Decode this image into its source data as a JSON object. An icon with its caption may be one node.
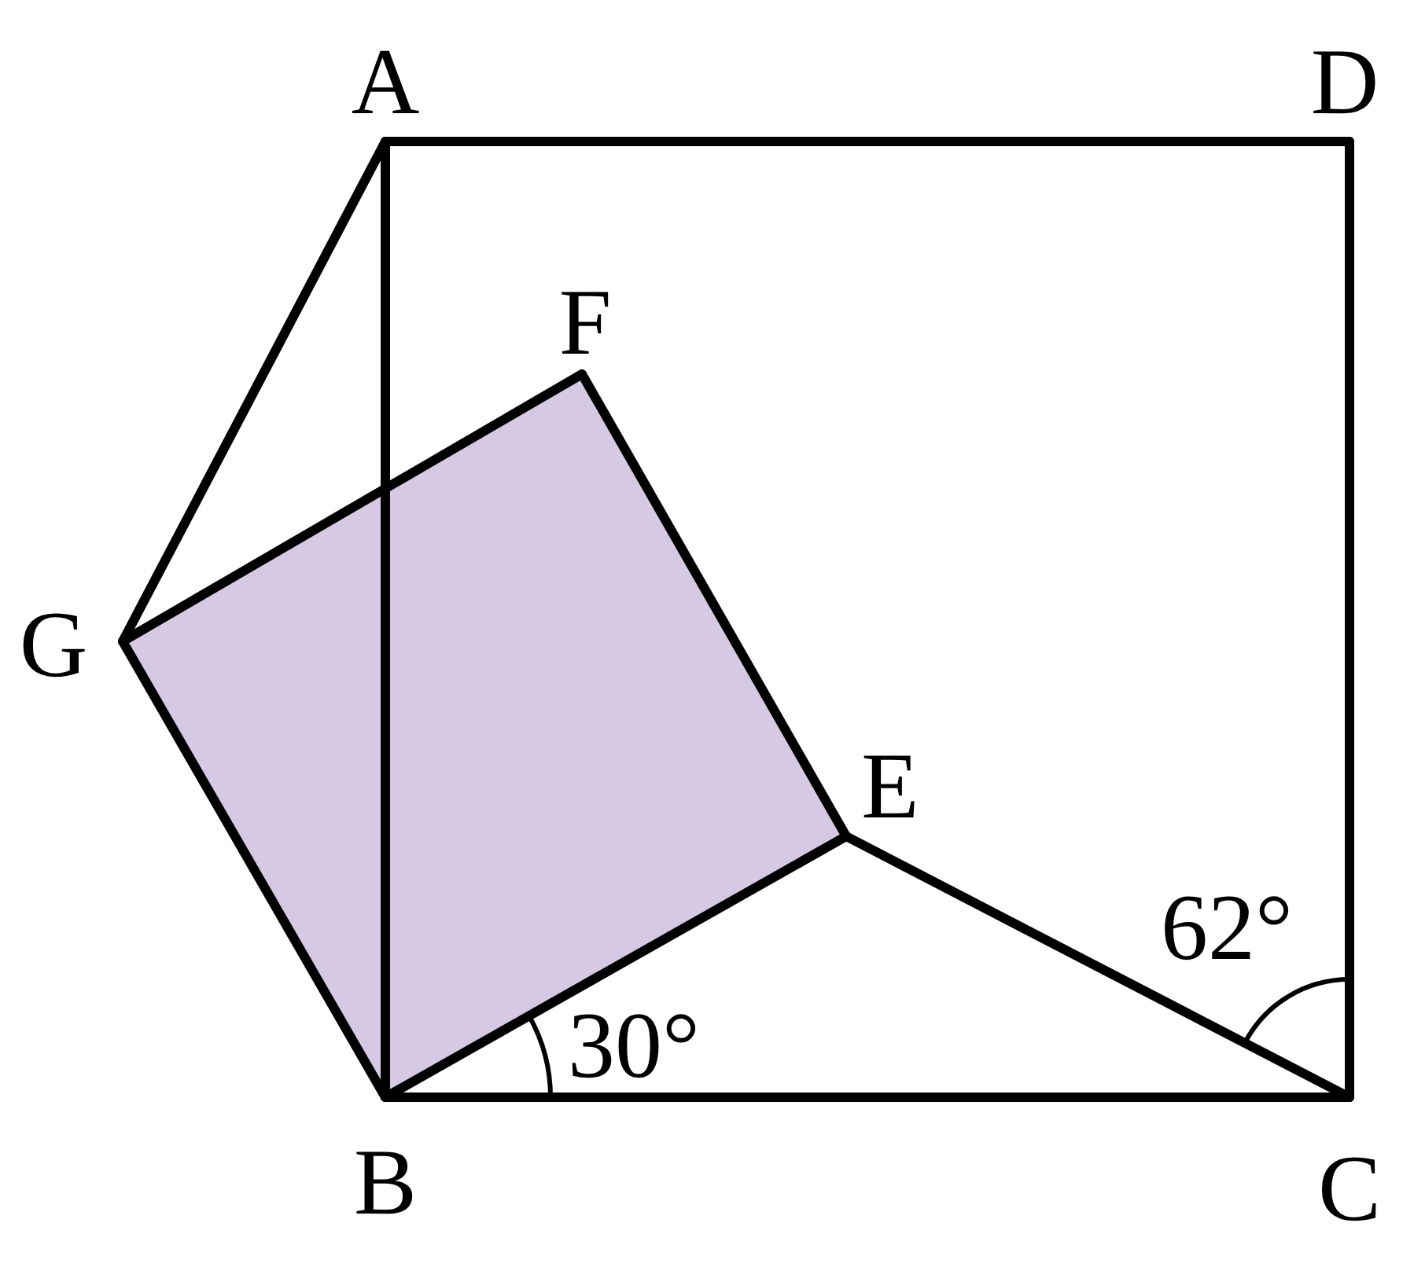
{
  "diagram": {
    "nodes": [
      {
        "text": [
          "A"
        ]
      },
      {
        "text": [
          "D"
        ]
      },
      {
        "text": [
          "F"
        ]
      },
      {
        "text": [
          "G"
        ]
      },
      {
        "text": [
          "E"
        ]
      },
      {
        "text": [
          "B"
        ]
      },
      {
        "text": [
          "C"
        ]
      }
    ],
    "edges": [
      {
        "from": 0,
        "to": 1,
        "arrow": "none"
      },
      {
        "from": 1,
        "to": 6,
        "arrow": "none"
      },
      {
        "from": 6,
        "to": 5,
        "arrow": "none"
      },
      {
        "from": 5,
        "to": 0,
        "arrow": "none"
      },
      {
        "from": 0,
        "to": 3,
        "arrow": "none"
      },
      {
        "from": 3,
        "to": 5,
        "arrow": "none"
      },
      {
        "from": 3,
        "to": 2,
        "arrow": "none"
      },
      {
        "from": 2,
        "to": 4,
        "arrow": "none"
      },
      {
        "from": 4,
        "to": 5,
        "arrow": "none"
      },
      {
        "from": 4,
        "to": 6,
        "arrow": "none"
      }
    ],
    "labels": [
      "62°",
      "30°"
    ]
  }
}
